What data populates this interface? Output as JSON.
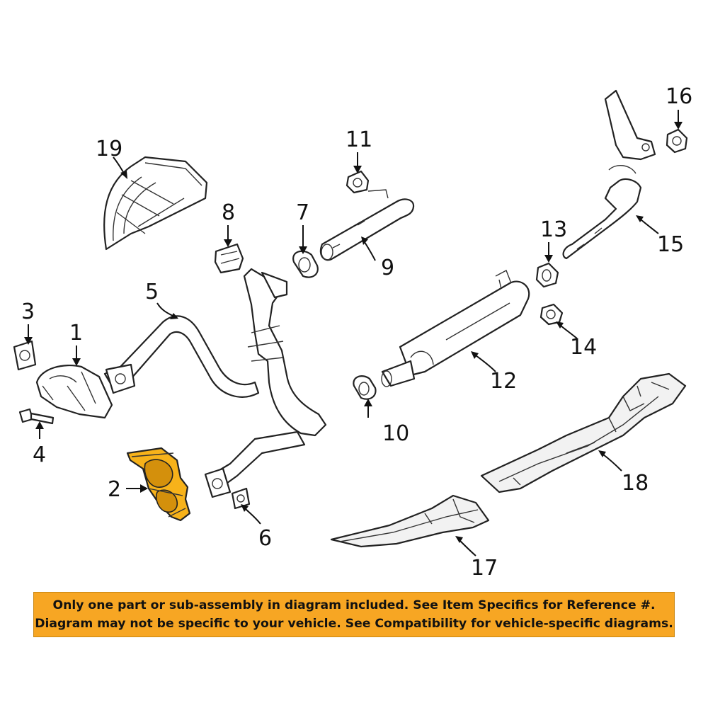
{
  "callouts": {
    "c1": "1",
    "c2": "2",
    "c3": "3",
    "c4": "4",
    "c5": "5",
    "c6": "6",
    "c7": "7",
    "c8": "8",
    "c9": "9",
    "c10": "10",
    "c11": "11",
    "c12": "12",
    "c13": "13",
    "c14": "14",
    "c15": "15",
    "c16": "16",
    "c17": "17",
    "c18": "18",
    "c19": "19"
  },
  "highlighted_part": "2",
  "colors": {
    "highlight": "#f7b21a",
    "banner": "#f7a623"
  },
  "banner": {
    "line1": "Only one part or sub-assembly in diagram included. See Item Specifics for Reference #.",
    "line2": "Diagram may not be specific to your vehicle. See Compatibility for vehicle-specific diagrams."
  }
}
